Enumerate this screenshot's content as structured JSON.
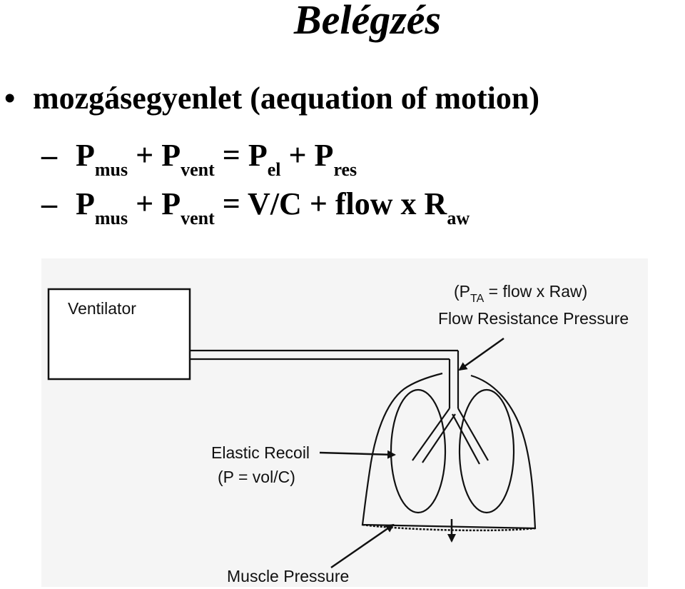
{
  "title": "Belégzés",
  "bullet": {
    "marker": "•",
    "text": "mozgásegyenlet (aequation of motion)"
  },
  "equation1": {
    "dash": "–",
    "p1": "P",
    "s1": "mus",
    "op1": " + P",
    "s2": "vent",
    "op2": " = P",
    "s3": "el",
    "op3": " + P",
    "s4": "res"
  },
  "equation2": {
    "dash": "–",
    "p1": "P",
    "s1": "mus",
    "op1": " + P",
    "s2": "vent",
    "op2": " = V/C + flow x R",
    "s3": "aw"
  },
  "diagram": {
    "ventilator_label": "Ventilator",
    "flow_formula_open": "(P",
    "flow_formula_sub": "TA",
    "flow_formula_rest": " = flow x Raw)",
    "flow_resistance_label": "Flow Resistance Pressure",
    "elastic_recoil_label": "Elastic Recoil",
    "elastic_formula": "(P = vol/C)",
    "muscle_pressure_label": "Muscle Pressure"
  }
}
